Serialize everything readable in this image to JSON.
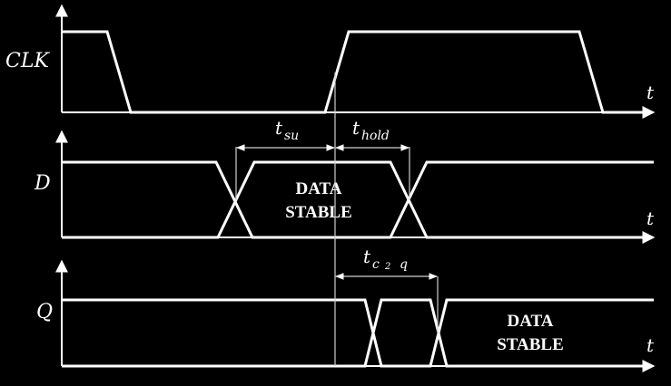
{
  "signals": {
    "clk": "CLK",
    "d": "D",
    "q": "Q"
  },
  "time_axis_label": "t",
  "timing": {
    "t_su": {
      "main": "t",
      "sub": "su"
    },
    "t_hold": {
      "main": "t",
      "sub": "hold"
    },
    "t_c2q": {
      "main": "t",
      "sub1": "c",
      "sub2": "2",
      "sub3": "q"
    }
  },
  "d_region": {
    "line1": "DATA",
    "line2": "STABLE"
  },
  "q_region": {
    "line1": "DATA",
    "line2": "STABLE"
  },
  "colors": {
    "background": "#000000",
    "foreground": "#ffffff"
  }
}
